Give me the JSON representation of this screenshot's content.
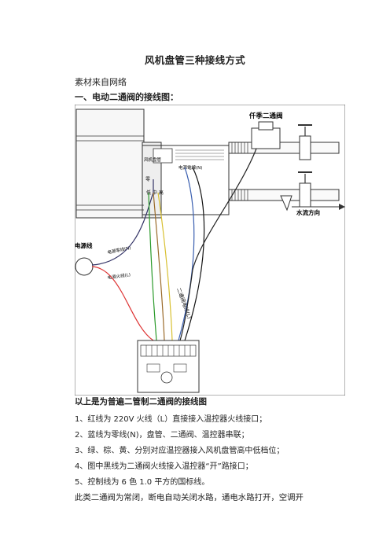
{
  "document": {
    "title": "风机盘管三种接线方式",
    "source": "素材来自网络",
    "section1_heading": "一、电动二通阀的接线图：",
    "figure": {
      "labels": {
        "valve": "仟季二通阀",
        "water_dir": "水流方向",
        "power_line": "电源线",
        "fan_coil": "风机盘管",
        "valve_power": "电源電線(N)",
        "zero": "零",
        "speeds": "低 中 高",
        "power_zero": "电源零线(N)",
        "power_live": "电源火线(L)",
        "valve_ctrl": "二通阀电线(L)"
      }
    },
    "caption": "以上是为普遍二管制二通阀的接线图",
    "items": [
      "1、红线为 220V 火线（L）直接接入温控器火线接口；",
      "2、蓝线为零线(N)，盘管、二通阀、温控器串联；",
      "3、绿、棕、黄、分别对应温控器接入风机盘管高中低档位；",
      "4、图中黑线为二通阀火线接入温控器“开”路接口；",
      "5、控制线为 6 色 1.0 平方的国标线。"
    ],
    "paragraph": "此类二通阀为常闭，断电自动关闭水路，通电水路打开，空调开"
  }
}
